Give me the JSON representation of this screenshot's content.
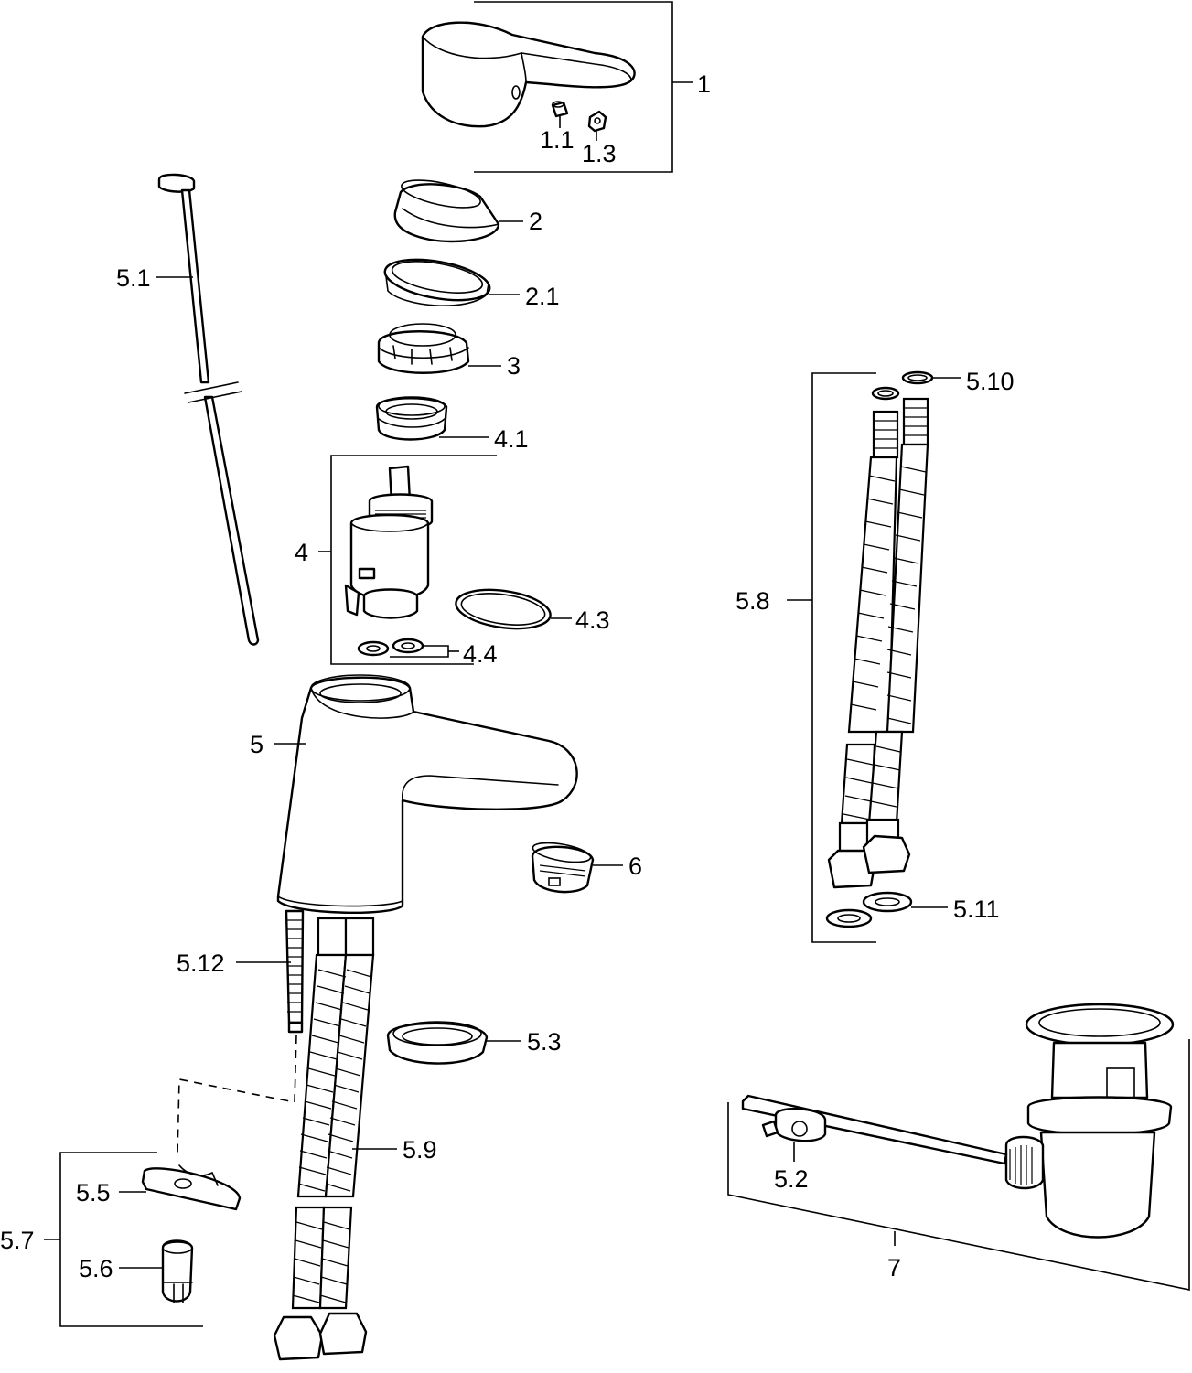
{
  "labels": {
    "l1": "1",
    "l1_1": "1.1",
    "l1_3": "1.3",
    "l2": "2",
    "l2_1": "2.1",
    "l3": "3",
    "l4_1": "4.1",
    "l4": "4",
    "l4_3": "4.3",
    "l4_4": "4.4",
    "l5_1": "5.1",
    "l5": "5",
    "l6": "6",
    "l5_8": "5.8",
    "l5_10": "5.10",
    "l5_11": "5.11",
    "l5_12": "5.12",
    "l5_3": "5.3",
    "l5_9": "5.9",
    "l5_5": "5.5",
    "l5_6": "5.6",
    "l5_7": "5.7",
    "l5_2": "5.2",
    "l7": "7"
  },
  "icons": {
    "handle": "lever-handle-icon",
    "cover": "cover-cap-icon",
    "cartridge": "cartridge-icon",
    "spout": "faucet-body-icon",
    "aerator": "aerator-icon",
    "hose": "flexible-hose-icon",
    "drain": "pop-up-drain-icon",
    "rod": "lift-rod-icon"
  }
}
